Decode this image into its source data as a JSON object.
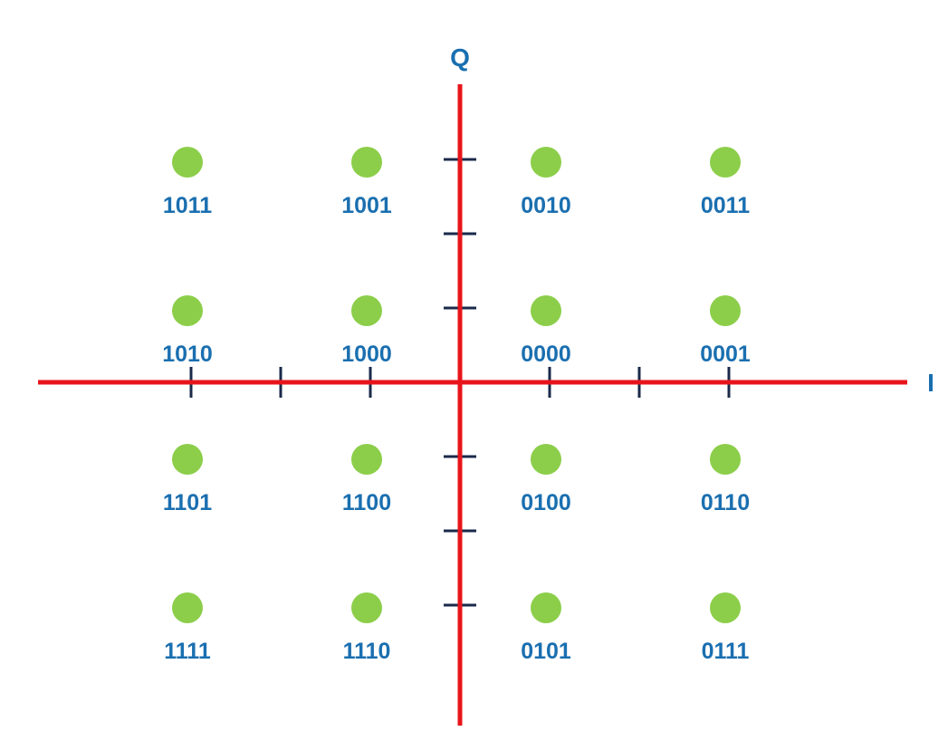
{
  "chart_data": {
    "type": "scatter",
    "title": "",
    "xlabel": "I",
    "ylabel": "Q",
    "x_ticks": [
      -3,
      -2,
      -1,
      1,
      2,
      3
    ],
    "y_ticks": [
      -3,
      -2,
      -1,
      1,
      2,
      3
    ],
    "grid": false,
    "points": [
      {
        "i": -3,
        "q": 3,
        "label": "1011"
      },
      {
        "i": -1,
        "q": 3,
        "label": "1001"
      },
      {
        "i": 1,
        "q": 3,
        "label": "0010"
      },
      {
        "i": 3,
        "q": 3,
        "label": "0011"
      },
      {
        "i": -3,
        "q": 1,
        "label": "1010"
      },
      {
        "i": -1,
        "q": 1,
        "label": "1000"
      },
      {
        "i": 1,
        "q": 1,
        "label": "0000"
      },
      {
        "i": 3,
        "q": 1,
        "label": "0001"
      },
      {
        "i": -3,
        "q": -1,
        "label": "1101"
      },
      {
        "i": -1,
        "q": -1,
        "label": "1100"
      },
      {
        "i": 1,
        "q": -1,
        "label": "0100"
      },
      {
        "i": 3,
        "q": -1,
        "label": "0110"
      },
      {
        "i": -3,
        "q": -3,
        "label": "1111"
      },
      {
        "i": -1,
        "q": -3,
        "label": "1110"
      },
      {
        "i": 1,
        "q": -3,
        "label": "0101"
      },
      {
        "i": 3,
        "q": -3,
        "label": "0111"
      }
    ]
  },
  "colors": {
    "axis": "#e8141b",
    "tick": "#1b2a4a",
    "point": "#8cce4a",
    "label": "#1a6fb0"
  }
}
